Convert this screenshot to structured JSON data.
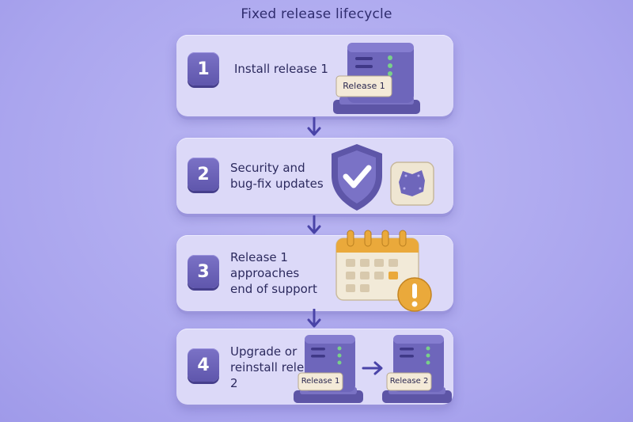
{
  "title": "Fixed release lifecycle",
  "steps": [
    {
      "number": "1",
      "label": "Install release 1",
      "icon": "server-icon",
      "server_tag": "Release 1"
    },
    {
      "number": "2",
      "label": "Security and bug-fix updates",
      "icons": [
        "shield-check-icon",
        "patch-icon"
      ]
    },
    {
      "number": "3",
      "label": "Release 1 approaches end of support",
      "icons": [
        "calendar-icon",
        "warning-icon"
      ]
    },
    {
      "number": "4",
      "label": "Upgrade or reinstall release 2",
      "icons": [
        "server-icon",
        "arrow-right-icon",
        "server-icon"
      ],
      "from_tag": "Release 1",
      "to_tag": "Release 2"
    }
  ],
  "colors": {
    "background": "#aaa5ee",
    "card": "#dcd9f8",
    "badge": "#6a61b8",
    "text": "#2c2a5e",
    "arrow": "#4a44a8",
    "calendar_accent": "#e8a93a"
  }
}
